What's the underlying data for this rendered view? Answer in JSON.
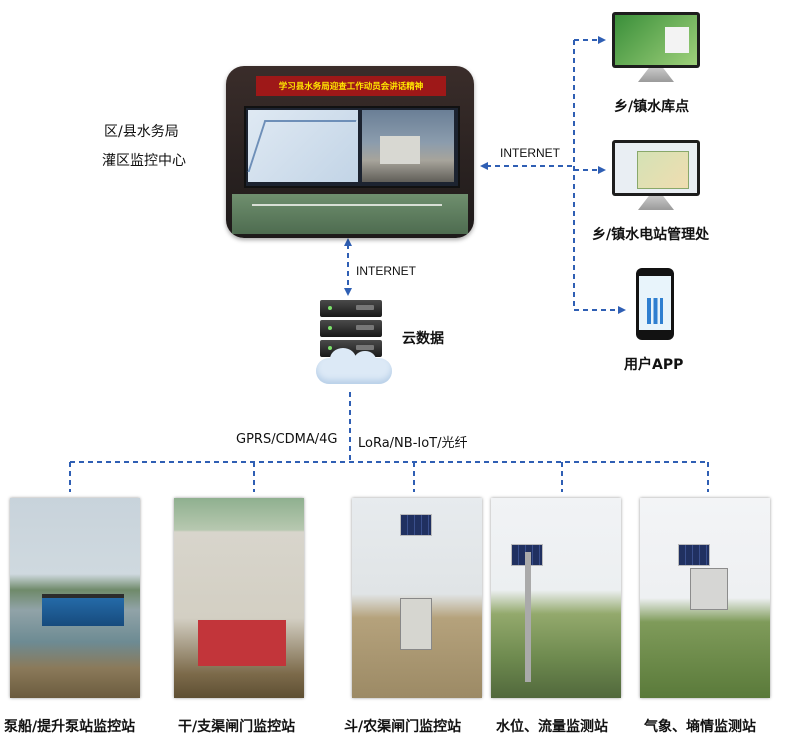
{
  "center": {
    "label_line1": "区/县水务局",
    "label_line2": "灌区监控中心",
    "banner": "学习县水务局迎查工作动员会讲话精神"
  },
  "network": {
    "internet_right": "INTERNET",
    "internet_mid": "INTERNET"
  },
  "cloud": {
    "label": "云数据"
  },
  "clients": [
    {
      "label": "乡/镇水库点",
      "icon": "desktop-monitor-icon"
    },
    {
      "label": "乡/镇水电站管理处",
      "icon": "desktop-monitor-icon"
    },
    {
      "label": "用户APP",
      "icon": "smartphone-icon"
    }
  ],
  "protocols": {
    "cellular": "GPRS/CDMA/4G",
    "iot": "LoRa/NB-IoT/光纤"
  },
  "stations": [
    {
      "label": "泵船/提升泵站监控站"
    },
    {
      "label": "干/支渠闸门监控站"
    },
    {
      "label": "斗/农渠闸门监控站"
    },
    {
      "label": "水位、流量监测站"
    },
    {
      "label": "气象、墒情监测站"
    }
  ],
  "colors": {
    "connector": "#2f5fb4",
    "text": "#111111"
  }
}
